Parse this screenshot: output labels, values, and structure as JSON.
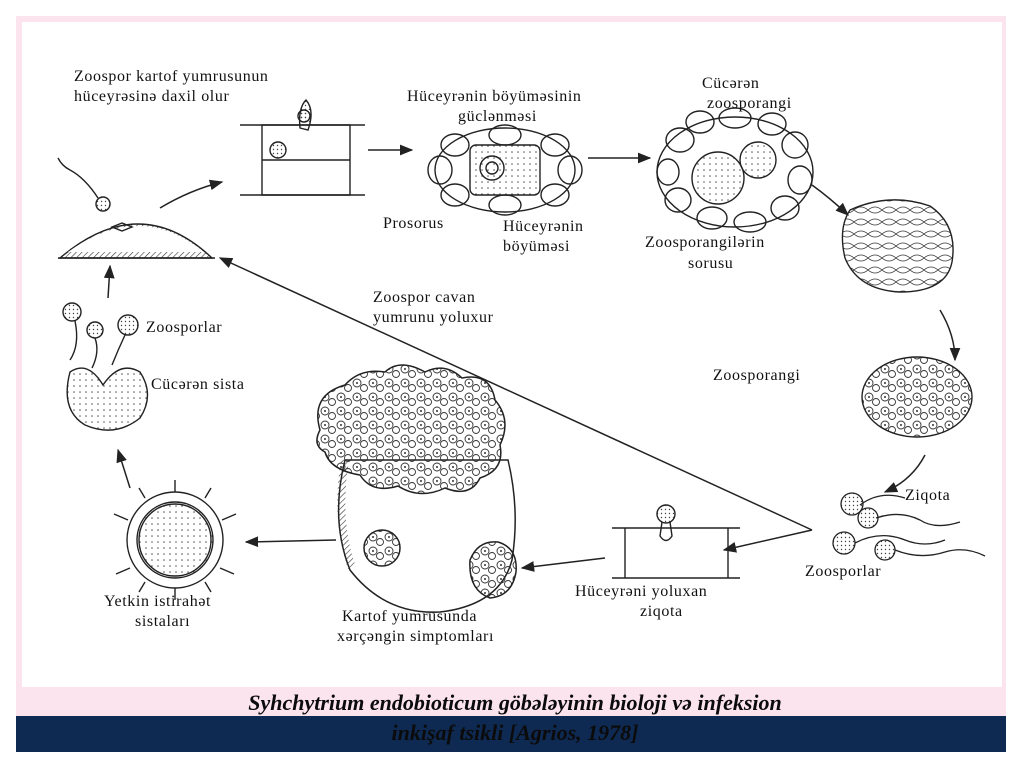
{
  "labels": {
    "zoospore_enters_line1": "Zoospor kartof yumrusunun",
    "zoospore_enters_line2": "hüceyrəsinə daxil olur",
    "cell_growth_intensifies_line1": "Hüceyrənin böyüməsinin",
    "cell_growth_intensifies_line2": "güclənməsi",
    "germinating_line1": "Cücərən",
    "germinating_line2": "zoosporangi",
    "prosorus": "Prosorus",
    "cell_growth_line1": "Hüceyrənin",
    "cell_growth_line2": "böyüməsi",
    "zoosporangia_sorus_line1": "Zoosporangilərin",
    "zoosporangia_sorus_line2": "sorusu",
    "zoosporangium": "Zoosporangi",
    "zoospore_infects_line1": "Zoospor cavan",
    "zoospore_infects_line2": "yumrunu yoluxur",
    "zoospores_left": "Zoosporlar",
    "germinating_cyst": "Cücərən sista",
    "zygote": "Ziqota",
    "zoospores_right": "Zoosporlar",
    "infecting_zygote_line1": "Hüceyrəni yoluxan",
    "infecting_zygote_line2": "ziqota",
    "resting_cysts_line1": "Yetkin istirahət",
    "resting_cysts_line2": "sistaları",
    "tuber_symptoms_line1": "Kartof yumrusunda",
    "tuber_symptoms_line2": "xərçəngin simptomları"
  },
  "caption": {
    "line1": "Syhchytrium endobioticum göbələyinin bioloji və infeksion",
    "line2": "inkişaf  tsikli [Agrios, 1978]"
  }
}
